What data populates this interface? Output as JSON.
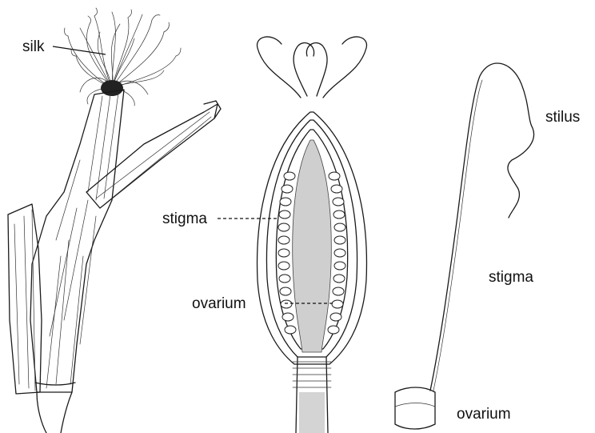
{
  "labels": {
    "silk": "silk",
    "stigma_left": "stigma",
    "ovarium_left": "ovarium",
    "stilus": "stilus",
    "stigma_right": "stigma",
    "ovarium_right": "ovarium"
  }
}
